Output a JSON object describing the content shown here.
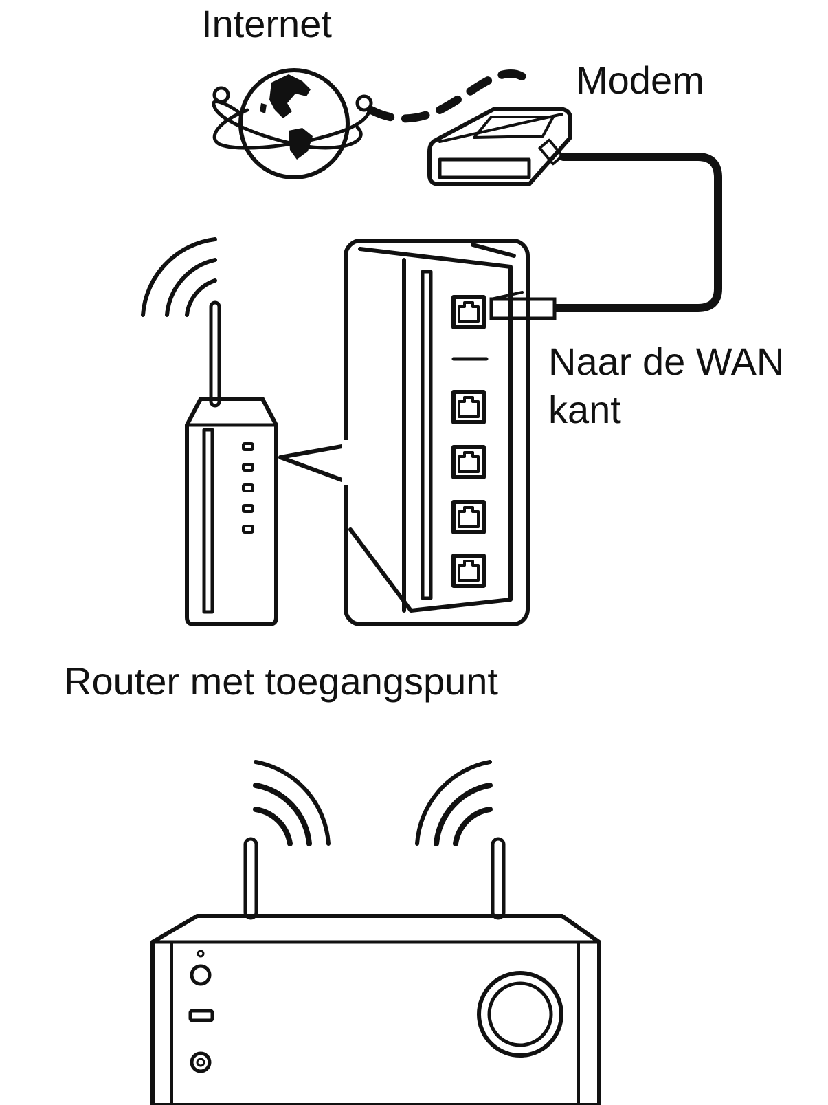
{
  "labels": {
    "internet": "Internet",
    "modem": "Modem",
    "wan_line1": "Naar de WAN",
    "wan_line2": "kant",
    "router": "Router met toegangspunt"
  },
  "colors": {
    "line": "#111111",
    "background": "#ffffff"
  },
  "icons": [
    "globe-icon",
    "modem-icon",
    "router-icon",
    "lan-port-icon",
    "wifi-waves-icon",
    "receiver-icon",
    "ethernet-plug-icon"
  ]
}
